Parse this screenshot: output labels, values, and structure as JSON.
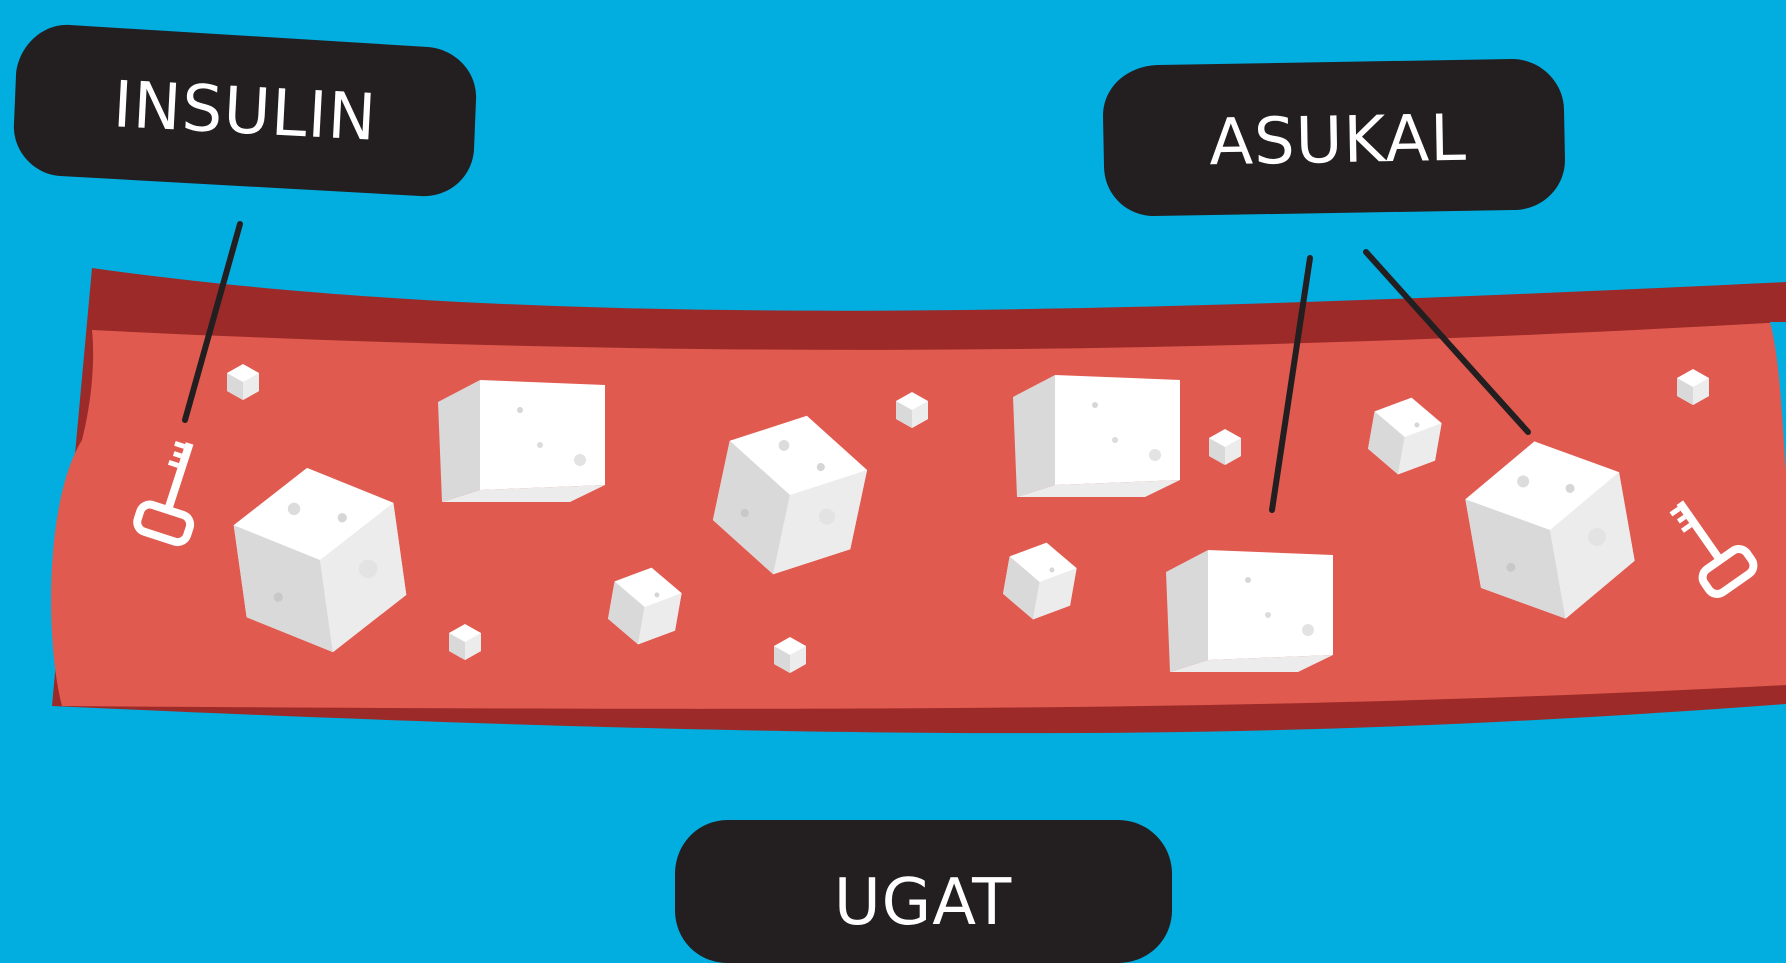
{
  "labels": {
    "insulin": "INSULIN",
    "sugar": "ASUKAL",
    "vein": "UGAT"
  },
  "colors": {
    "background": "#02aee0",
    "vessel_wall": "#9c2a28",
    "vessel_inner": "#e15a4f",
    "label_bg": "#231f20",
    "cube_light": "#ffffff",
    "cube_shade": "#d8d8d8",
    "pointer_line": "#231f20"
  },
  "icons": [
    "key-icon",
    "sugar-cube-icon"
  ]
}
